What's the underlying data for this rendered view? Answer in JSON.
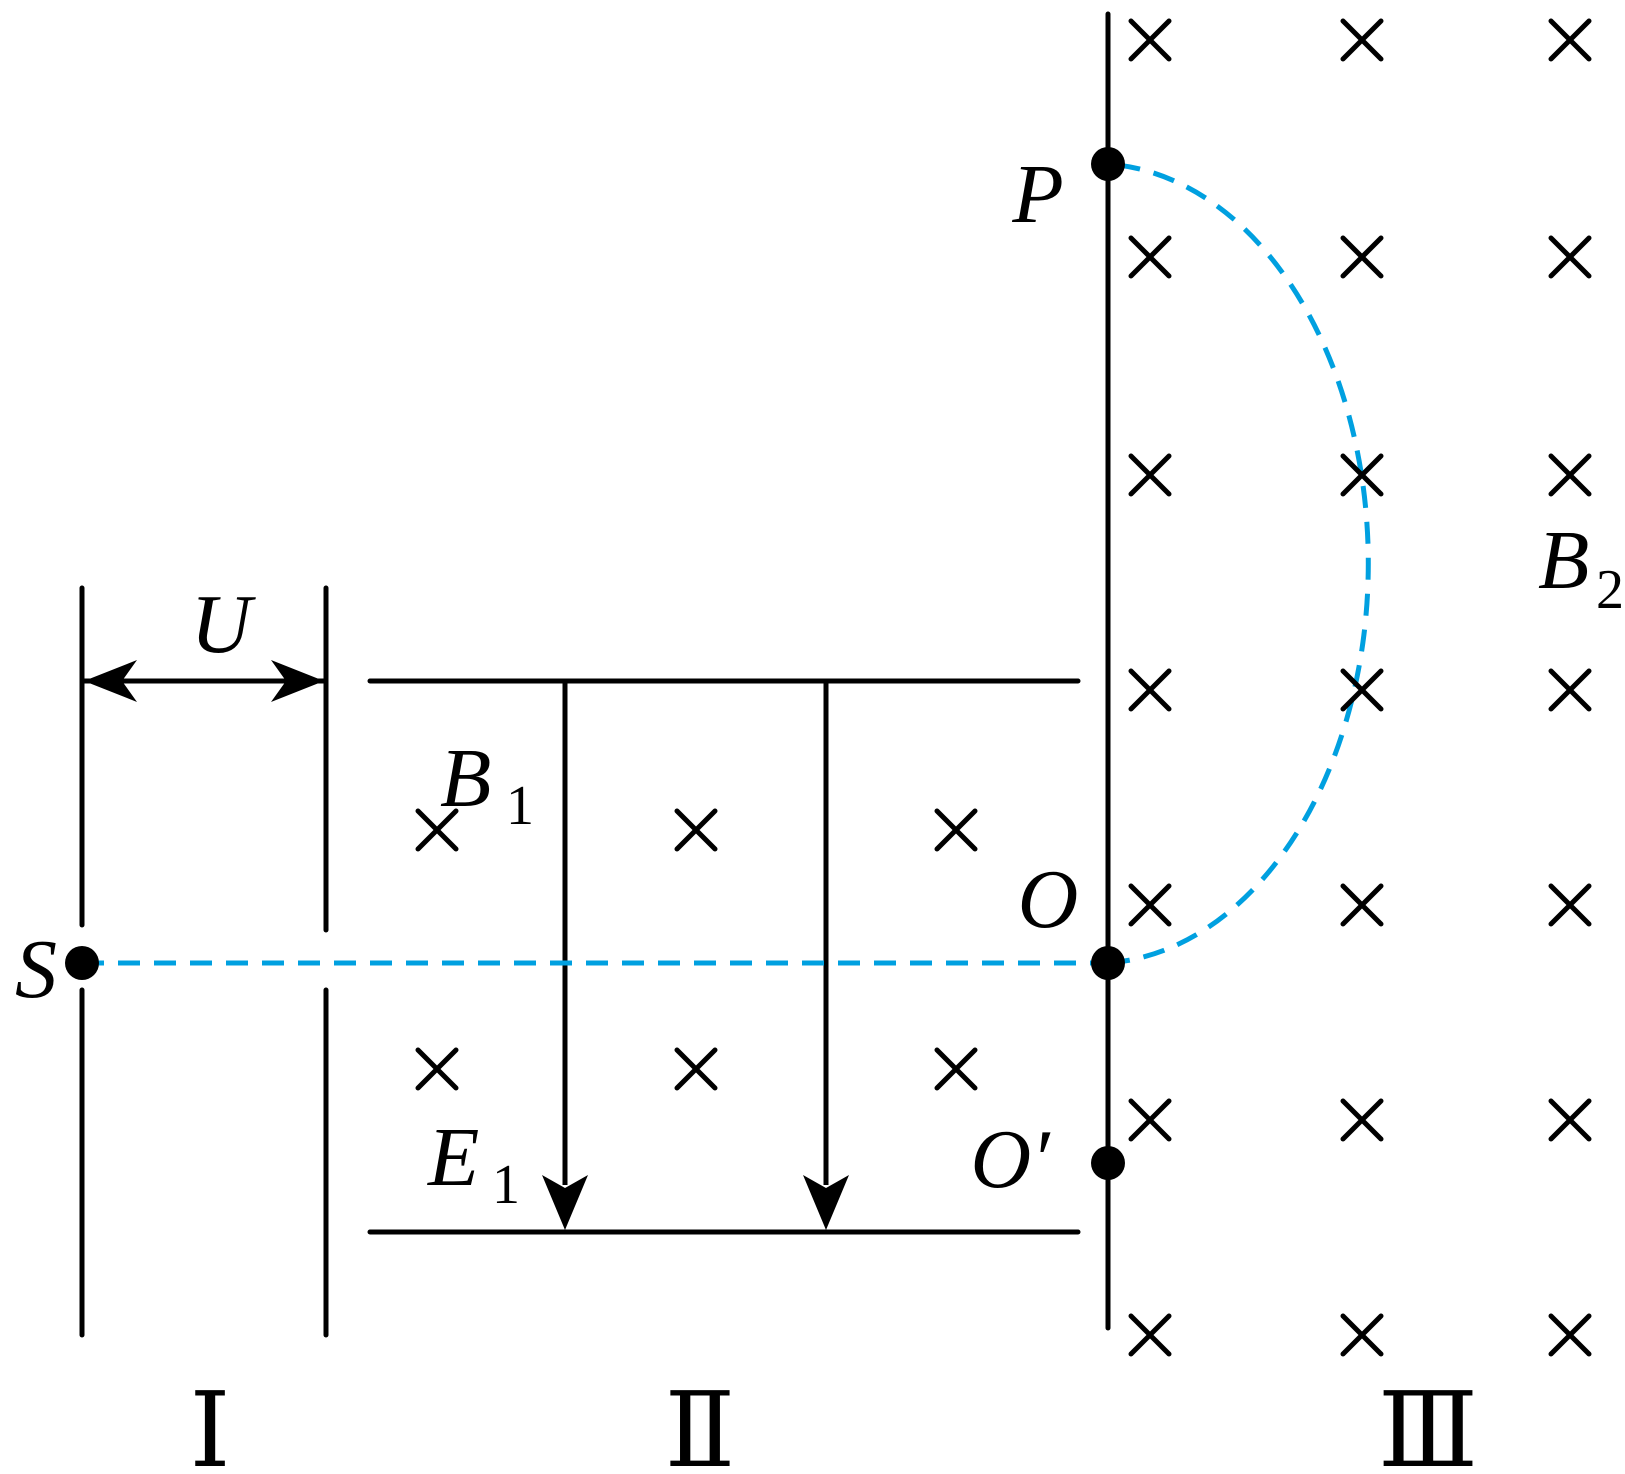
{
  "labels": {
    "U": "U",
    "S": "S",
    "P": "P",
    "O": "O",
    "O_prime": "O′",
    "B1": {
      "main": "B",
      "sub": "1"
    },
    "E1": {
      "main": "E",
      "sub": "1"
    },
    "B2": {
      "main": "B",
      "sub": "2"
    }
  },
  "regions": {
    "region_1": "Ⅰ",
    "region_2": "Ⅱ",
    "region_3": "Ⅲ"
  },
  "colors": {
    "lines": "#000000",
    "trajectory": "#00a0e0"
  },
  "icons": {
    "field_into_page": "cross-mark-icon",
    "point": "dot-icon"
  }
}
